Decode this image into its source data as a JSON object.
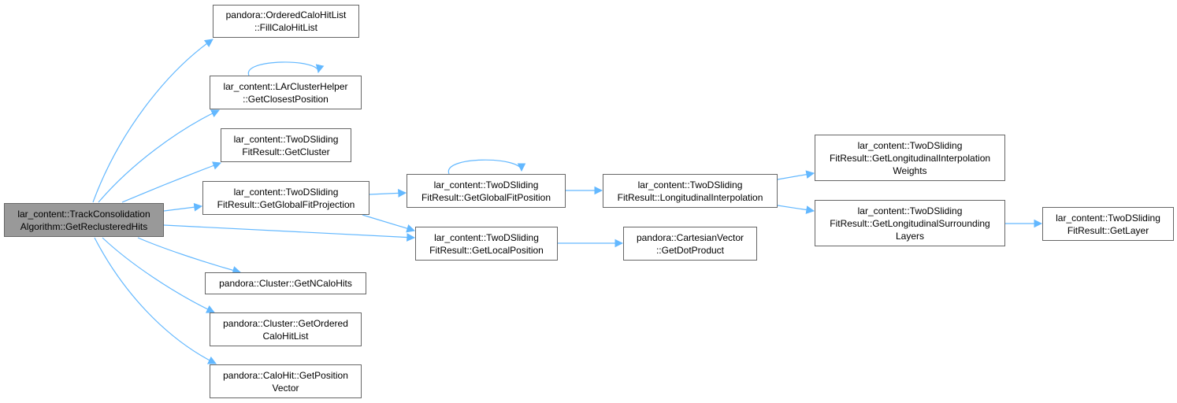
{
  "colors": {
    "edge": "#63b8ff",
    "border": "#666666",
    "root_fill": "#999999",
    "background": "#ffffff"
  },
  "nodes": {
    "root": {
      "line1": "lar_content::TrackConsolidation",
      "line2": "Algorithm::GetReclusteredHits"
    },
    "n1": {
      "line1": "pandora::OrderedCaloHitList",
      "line2": "::FillCaloHitList"
    },
    "n2": {
      "line1": "lar_content::LArClusterHelper",
      "line2": "::GetClosestPosition"
    },
    "n3": {
      "line1": "lar_content::TwoDSliding",
      "line2": "FitResult::GetCluster"
    },
    "n4": {
      "line1": "lar_content::TwoDSliding",
      "line2": "FitResult::GetGlobalFitProjection"
    },
    "n5": {
      "line1": "lar_content::TwoDSliding",
      "line2": "FitResult::GetGlobalFitPosition"
    },
    "n6": {
      "line1": "lar_content::TwoDSliding",
      "line2": "FitResult::LongitudinalInterpolation"
    },
    "n7": {
      "line1": "lar_content::TwoDSliding",
      "line2": "FitResult::GetLongitudinalInterpolation",
      "line3": "Weights"
    },
    "n8": {
      "line1": "lar_content::TwoDSliding",
      "line2": "FitResult::GetLongitudinalSurrounding",
      "line3": "Layers"
    },
    "n9": {
      "line1": "lar_content::TwoDSliding",
      "line2": "FitResult::GetLayer"
    },
    "n10": {
      "line1": "lar_content::TwoDSliding",
      "line2": "FitResult::GetLocalPosition"
    },
    "n11": {
      "line1": "pandora::CartesianVector",
      "line2": "::GetDotProduct"
    },
    "n12": {
      "line1": "pandora::Cluster::GetNCaloHits"
    },
    "n13": {
      "line1": "pandora::Cluster::GetOrdered",
      "line2": "CaloHitList"
    },
    "n14": {
      "line1": "pandora::CaloHit::GetPosition",
      "line2": "Vector"
    }
  },
  "edges": [
    [
      "root",
      "n1"
    ],
    [
      "root",
      "n2"
    ],
    [
      "root",
      "n3"
    ],
    [
      "root",
      "n4"
    ],
    [
      "root",
      "n10"
    ],
    [
      "root",
      "n12"
    ],
    [
      "root",
      "n13"
    ],
    [
      "root",
      "n14"
    ],
    [
      "n2",
      "n2"
    ],
    [
      "n4",
      "n5"
    ],
    [
      "n4",
      "n10"
    ],
    [
      "n5",
      "n5"
    ],
    [
      "n5",
      "n6"
    ],
    [
      "n6",
      "n7"
    ],
    [
      "n6",
      "n8"
    ],
    [
      "n8",
      "n9"
    ],
    [
      "n10",
      "n11"
    ]
  ]
}
